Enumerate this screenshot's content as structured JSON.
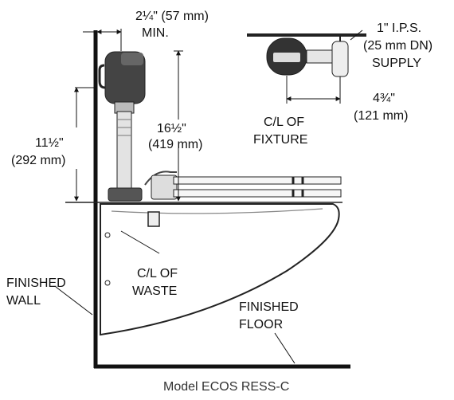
{
  "labels": {
    "min_dim": {
      "line1": "2¼\" (57 mm)",
      "line2": "MIN."
    },
    "supply": {
      "line1": "1\" I.P.S.",
      "line2": "(25 mm DN)",
      "line3": "SUPPLY"
    },
    "fixture_offset": {
      "line1": "4¾\"",
      "line2": "(121 mm)"
    },
    "cl_fixture": {
      "line1": "C/L OF",
      "line2": "FIXTURE"
    },
    "height_valve": {
      "line1": "16½\"",
      "line2": "(419 mm)"
    },
    "height_wall": {
      "line1": "11½\"",
      "line2": "(292 mm)"
    },
    "finished_wall": {
      "line1": "FINISHED",
      "line2": "WALL"
    },
    "cl_waste": {
      "line1": "C/L OF",
      "line2": "WASTE"
    },
    "finished_floor": {
      "line1": "FINISHED",
      "line2": "FLOOR"
    }
  },
  "caption": "Model ECOS RESS-C"
}
